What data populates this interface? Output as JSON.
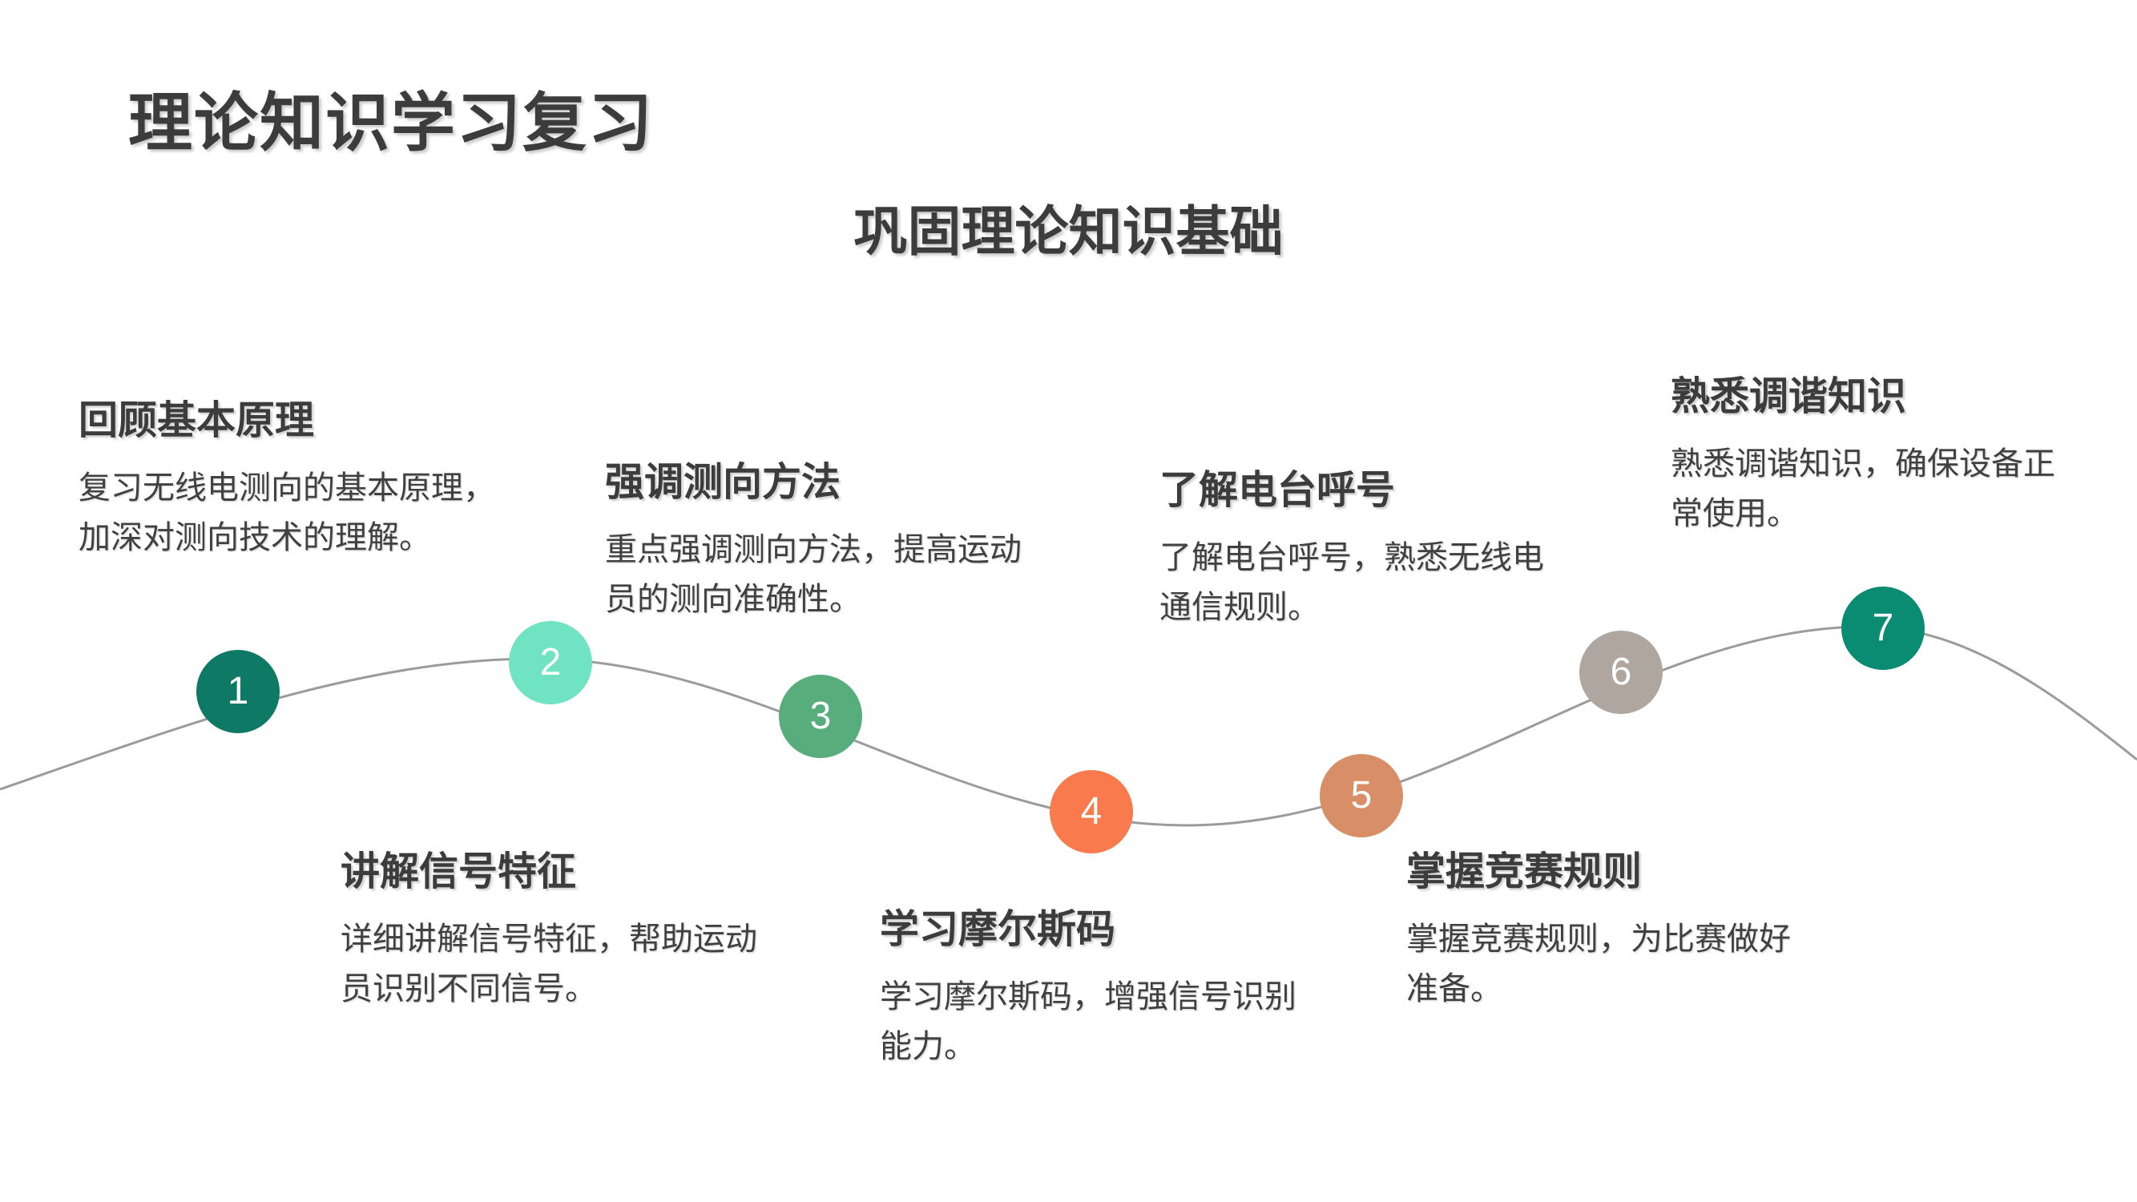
{
  "page": {
    "title": "理论知识学习复习",
    "subtitle": "巩固理论知识基础"
  },
  "colors": {
    "text": "#3c3c3c",
    "curve": "#9b9b9b",
    "number_text": "#ffffff"
  },
  "steps": [
    {
      "number": "1",
      "color": "#0E7A66",
      "title": "回顾基本原理",
      "desc": "复习无线电测向的基本原理，加深对测向技术的理解。"
    },
    {
      "number": "2",
      "color": "#6FE3C2",
      "title": "讲解信号特征",
      "desc": "详细讲解信号特征，帮助运动员识别不同信号。"
    },
    {
      "number": "3",
      "color": "#57AD7C",
      "title": "强调测向方法",
      "desc": "重点强调测向方法，提高运动员的测向准确性。"
    },
    {
      "number": "4",
      "color": "#F87A4D",
      "title": "学习摩尔斯码",
      "desc": "学习摩尔斯码，增强信号识别能力。"
    },
    {
      "number": "5",
      "color": "#D88F68",
      "title": "掌握竞赛规则",
      "desc": "掌握竞赛规则，为比赛做好准备。"
    },
    {
      "number": "6",
      "color": "#AEA69F",
      "title": "了解电台呼号",
      "desc": "了解电台呼号，熟悉无线电通信规则。"
    },
    {
      "number": "7",
      "color": "#0A8C72",
      "title": "熟悉调谐知识",
      "desc": "熟悉调谐知识，确保设备正常使用。"
    }
  ]
}
